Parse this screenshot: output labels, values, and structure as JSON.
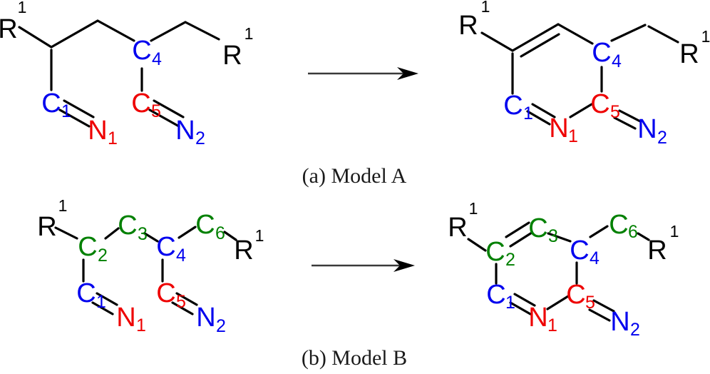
{
  "colors": {
    "blue": "#0000ee",
    "red": "#ee0000",
    "green": "#008000",
    "black": "#000000",
    "arrow": "#3a3a3a"
  },
  "captions": {
    "a": "(a) Model A",
    "b": "(b) Model B"
  },
  "models": {
    "a": {
      "reactant": {
        "atoms": {
          "r_left": {
            "symbol": "R",
            "script": "1"
          },
          "c4": {
            "symbol": "C",
            "script": "4"
          },
          "r_right": {
            "symbol": "R",
            "script": "1"
          },
          "c1": {
            "symbol": "C",
            "script": "1"
          },
          "n1": {
            "symbol": "N",
            "script": "1"
          },
          "c5": {
            "symbol": "C",
            "script": "5"
          },
          "n2": {
            "symbol": "N",
            "script": "2"
          }
        }
      },
      "product": {
        "atoms": {
          "r_left": {
            "symbol": "R",
            "script": "1"
          },
          "c4": {
            "symbol": "C",
            "script": "4"
          },
          "r_right": {
            "symbol": "R",
            "script": "1"
          },
          "c1": {
            "symbol": "C",
            "script": "1"
          },
          "n1": {
            "symbol": "N",
            "script": "1"
          },
          "c5": {
            "symbol": "C",
            "script": "5"
          },
          "n2": {
            "symbol": "N",
            "script": "2"
          }
        }
      }
    },
    "b": {
      "reactant": {
        "atoms": {
          "r_left": {
            "symbol": "R",
            "script": "1"
          },
          "c2": {
            "symbol": "C",
            "script": "2"
          },
          "c3": {
            "symbol": "C",
            "script": "3"
          },
          "c4": {
            "symbol": "C",
            "script": "4"
          },
          "c6": {
            "symbol": "C",
            "script": "6"
          },
          "r_right": {
            "symbol": "R",
            "script": "1"
          },
          "c1": {
            "symbol": "C",
            "script": "1"
          },
          "n1": {
            "symbol": "N",
            "script": "1"
          },
          "c5": {
            "symbol": "C",
            "script": "5"
          },
          "n2": {
            "symbol": "N",
            "script": "2"
          }
        }
      },
      "product": {
        "atoms": {
          "r_left": {
            "symbol": "R",
            "script": "1"
          },
          "c2": {
            "symbol": "C",
            "script": "2"
          },
          "c3": {
            "symbol": "C",
            "script": "3"
          },
          "c4": {
            "symbol": "C",
            "script": "4"
          },
          "c6": {
            "symbol": "C",
            "script": "6"
          },
          "r_right": {
            "symbol": "R",
            "script": "1"
          },
          "c1": {
            "symbol": "C",
            "script": "1"
          },
          "n1": {
            "symbol": "N",
            "script": "1"
          },
          "c5": {
            "symbol": "C",
            "script": "5"
          },
          "n2": {
            "symbol": "N",
            "script": "2"
          }
        }
      }
    }
  }
}
